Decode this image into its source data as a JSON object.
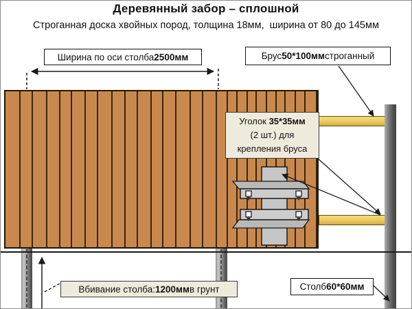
{
  "title": "Деревянный забор – сплошной",
  "subtitle": "Строганная доска хвойных пород, толщина 18мм,  ширина от 80 до 145мм",
  "labels": {
    "width_dim": {
      "pre": "Ширина по оси столба ",
      "bold": "2500мм",
      "post": ""
    },
    "beam": {
      "pre": "Брус ",
      "bold": "50*100мм",
      "post": " строганный"
    },
    "bracket": {
      "line1_pre": "Уголок ",
      "line1_bold": "35*35мм",
      "line2": "(2 шт.) для",
      "line3": "крепления бруса"
    },
    "post_depth": {
      "pre": "Вбивание столба: ",
      "bold": "1200мм",
      "post": " в грунт"
    },
    "post_size": {
      "pre": "Столб ",
      "bold": "60*60мм",
      "post": ""
    }
  },
  "dimensions": {
    "span_between_posts": "2500мм",
    "plank_thickness": "18мм",
    "plank_width_range": "80–145мм",
    "beam_section": "50*100мм",
    "bracket_size": "35*35мм",
    "bracket_count": "2 шт.",
    "post_depth_in_ground": "1200мм",
    "post_section": "60*60мм"
  },
  "colors": {
    "plank": "#C9894E",
    "plank_line": "#3A2508",
    "beam": "#EACB60",
    "bracket": "#C6C6C6",
    "beige": "#EFEBDC",
    "line": "#1a1a1a"
  },
  "fence": {
    "plank_widths": [
      20,
      18,
      21,
      19,
      17,
      20,
      18,
      21,
      19,
      18,
      20,
      17,
      19,
      21,
      18,
      20,
      16,
      14,
      15,
      13,
      15,
      14,
      13,
      15,
      14,
      17
    ]
  }
}
